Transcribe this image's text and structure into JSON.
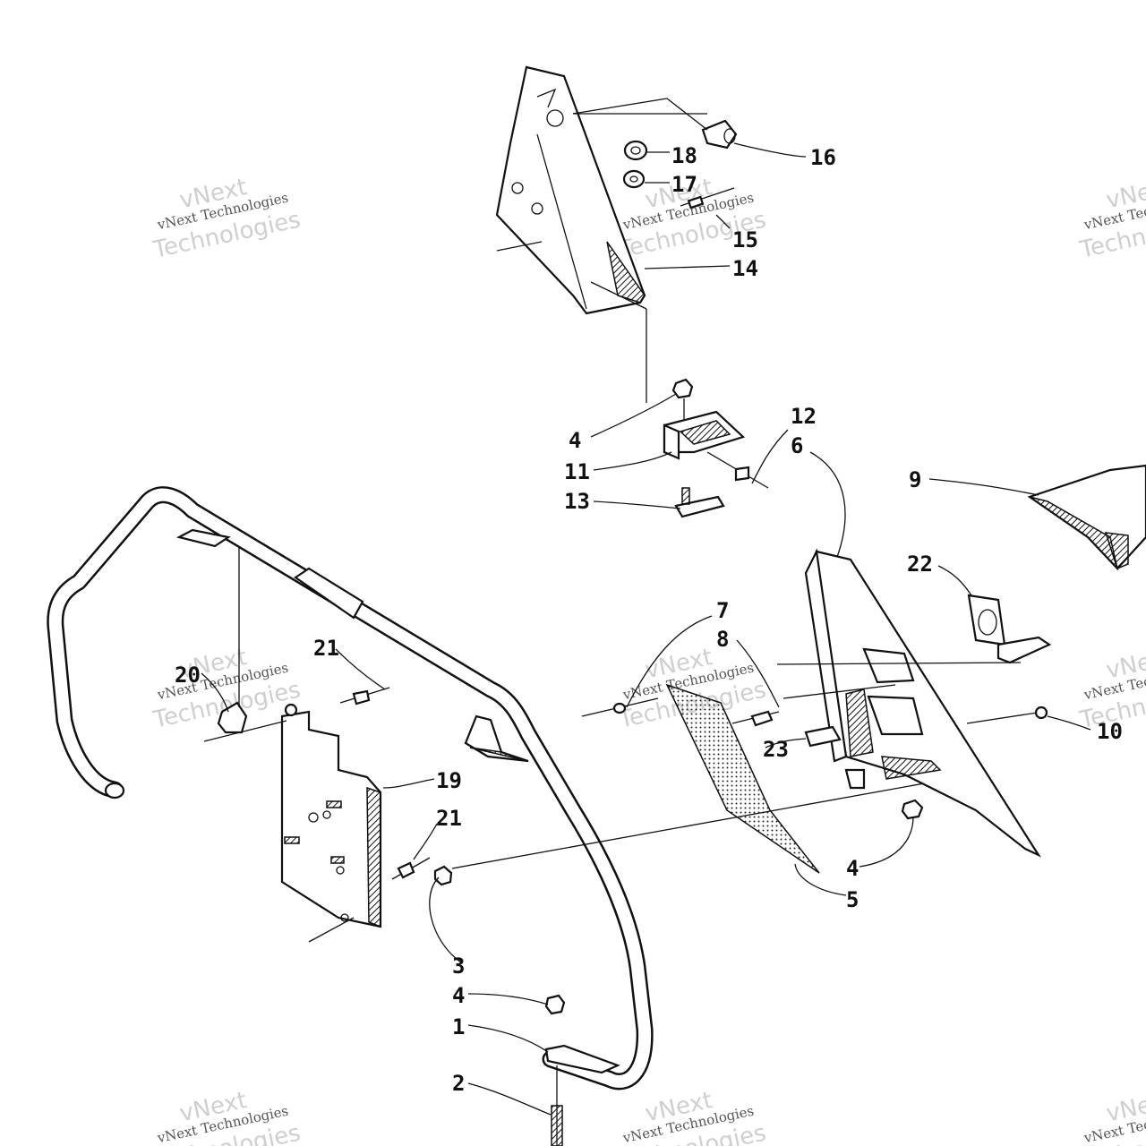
{
  "callouts": {
    "c1": "1",
    "c2": "2",
    "c3": "3",
    "c4a": "4",
    "c4b": "4",
    "c4c": "4",
    "c5": "5",
    "c6": "6",
    "c7": "7",
    "c8": "8",
    "c9": "9",
    "c10": "10",
    "c11": "11",
    "c12": "12",
    "c13": "13",
    "c14": "14",
    "c15": "15",
    "c16": "16",
    "c17": "17",
    "c18": "18",
    "c19": "19",
    "c20": "20",
    "c21a": "21",
    "c21b": "21",
    "c22": "22",
    "c23": "23"
  },
  "watermark": {
    "brand": "vNext",
    "line": "vNext Technologies",
    "word": "Technologies"
  }
}
